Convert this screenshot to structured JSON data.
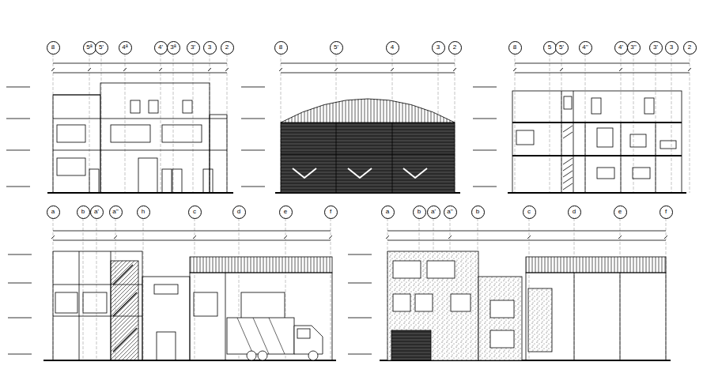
{
  "diagram": {
    "nodes": [
      {
        "text": [
          "8"
        ]
      },
      {
        "text": [
          "5ª"
        ]
      },
      {
        "text": [
          "5'"
        ]
      },
      {
        "text": [
          "4ª"
        ]
      },
      {
        "text": [
          "4'"
        ]
      },
      {
        "text": [
          "3ª"
        ]
      },
      {
        "text": [
          "3'"
        ]
      },
      {
        "text": [
          "3"
        ]
      },
      {
        "text": [
          "2"
        ]
      },
      {
        "text": [
          "8"
        ]
      },
      {
        "text": [
          "5'"
        ]
      },
      {
        "text": [
          "4"
        ]
      },
      {
        "text": [
          "3"
        ]
      },
      {
        "text": [
          "2"
        ]
      },
      {
        "text": [
          "8"
        ]
      },
      {
        "text": [
          "5"
        ]
      },
      {
        "text": [
          "5'"
        ]
      },
      {
        "text": [
          "4''"
        ]
      },
      {
        "text": [
          "4'"
        ]
      },
      {
        "text": [
          "3''"
        ]
      },
      {
        "text": [
          "3'"
        ]
      },
      {
        "text": [
          "3"
        ]
      },
      {
        "text": [
          "2"
        ]
      },
      {
        "text": [
          "a"
        ]
      },
      {
        "text": [
          "b"
        ]
      },
      {
        "text": [
          "a'"
        ]
      },
      {
        "text": [
          "a''"
        ]
      },
      {
        "text": [
          "h"
        ]
      },
      {
        "text": [
          "c"
        ]
      },
      {
        "text": [
          "d"
        ]
      },
      {
        "text": [
          "e"
        ]
      },
      {
        "text": [
          "f"
        ]
      },
      {
        "text": [
          "a"
        ]
      },
      {
        "text": [
          "b"
        ]
      },
      {
        "text": [
          "a'"
        ]
      },
      {
        "text": [
          "a''"
        ]
      },
      {
        "text": [
          "b"
        ]
      },
      {
        "text": [
          "c"
        ]
      },
      {
        "text": [
          "d"
        ]
      },
      {
        "text": [
          "e"
        ]
      },
      {
        "text": [
          "f"
        ]
      }
    ]
  }
}
